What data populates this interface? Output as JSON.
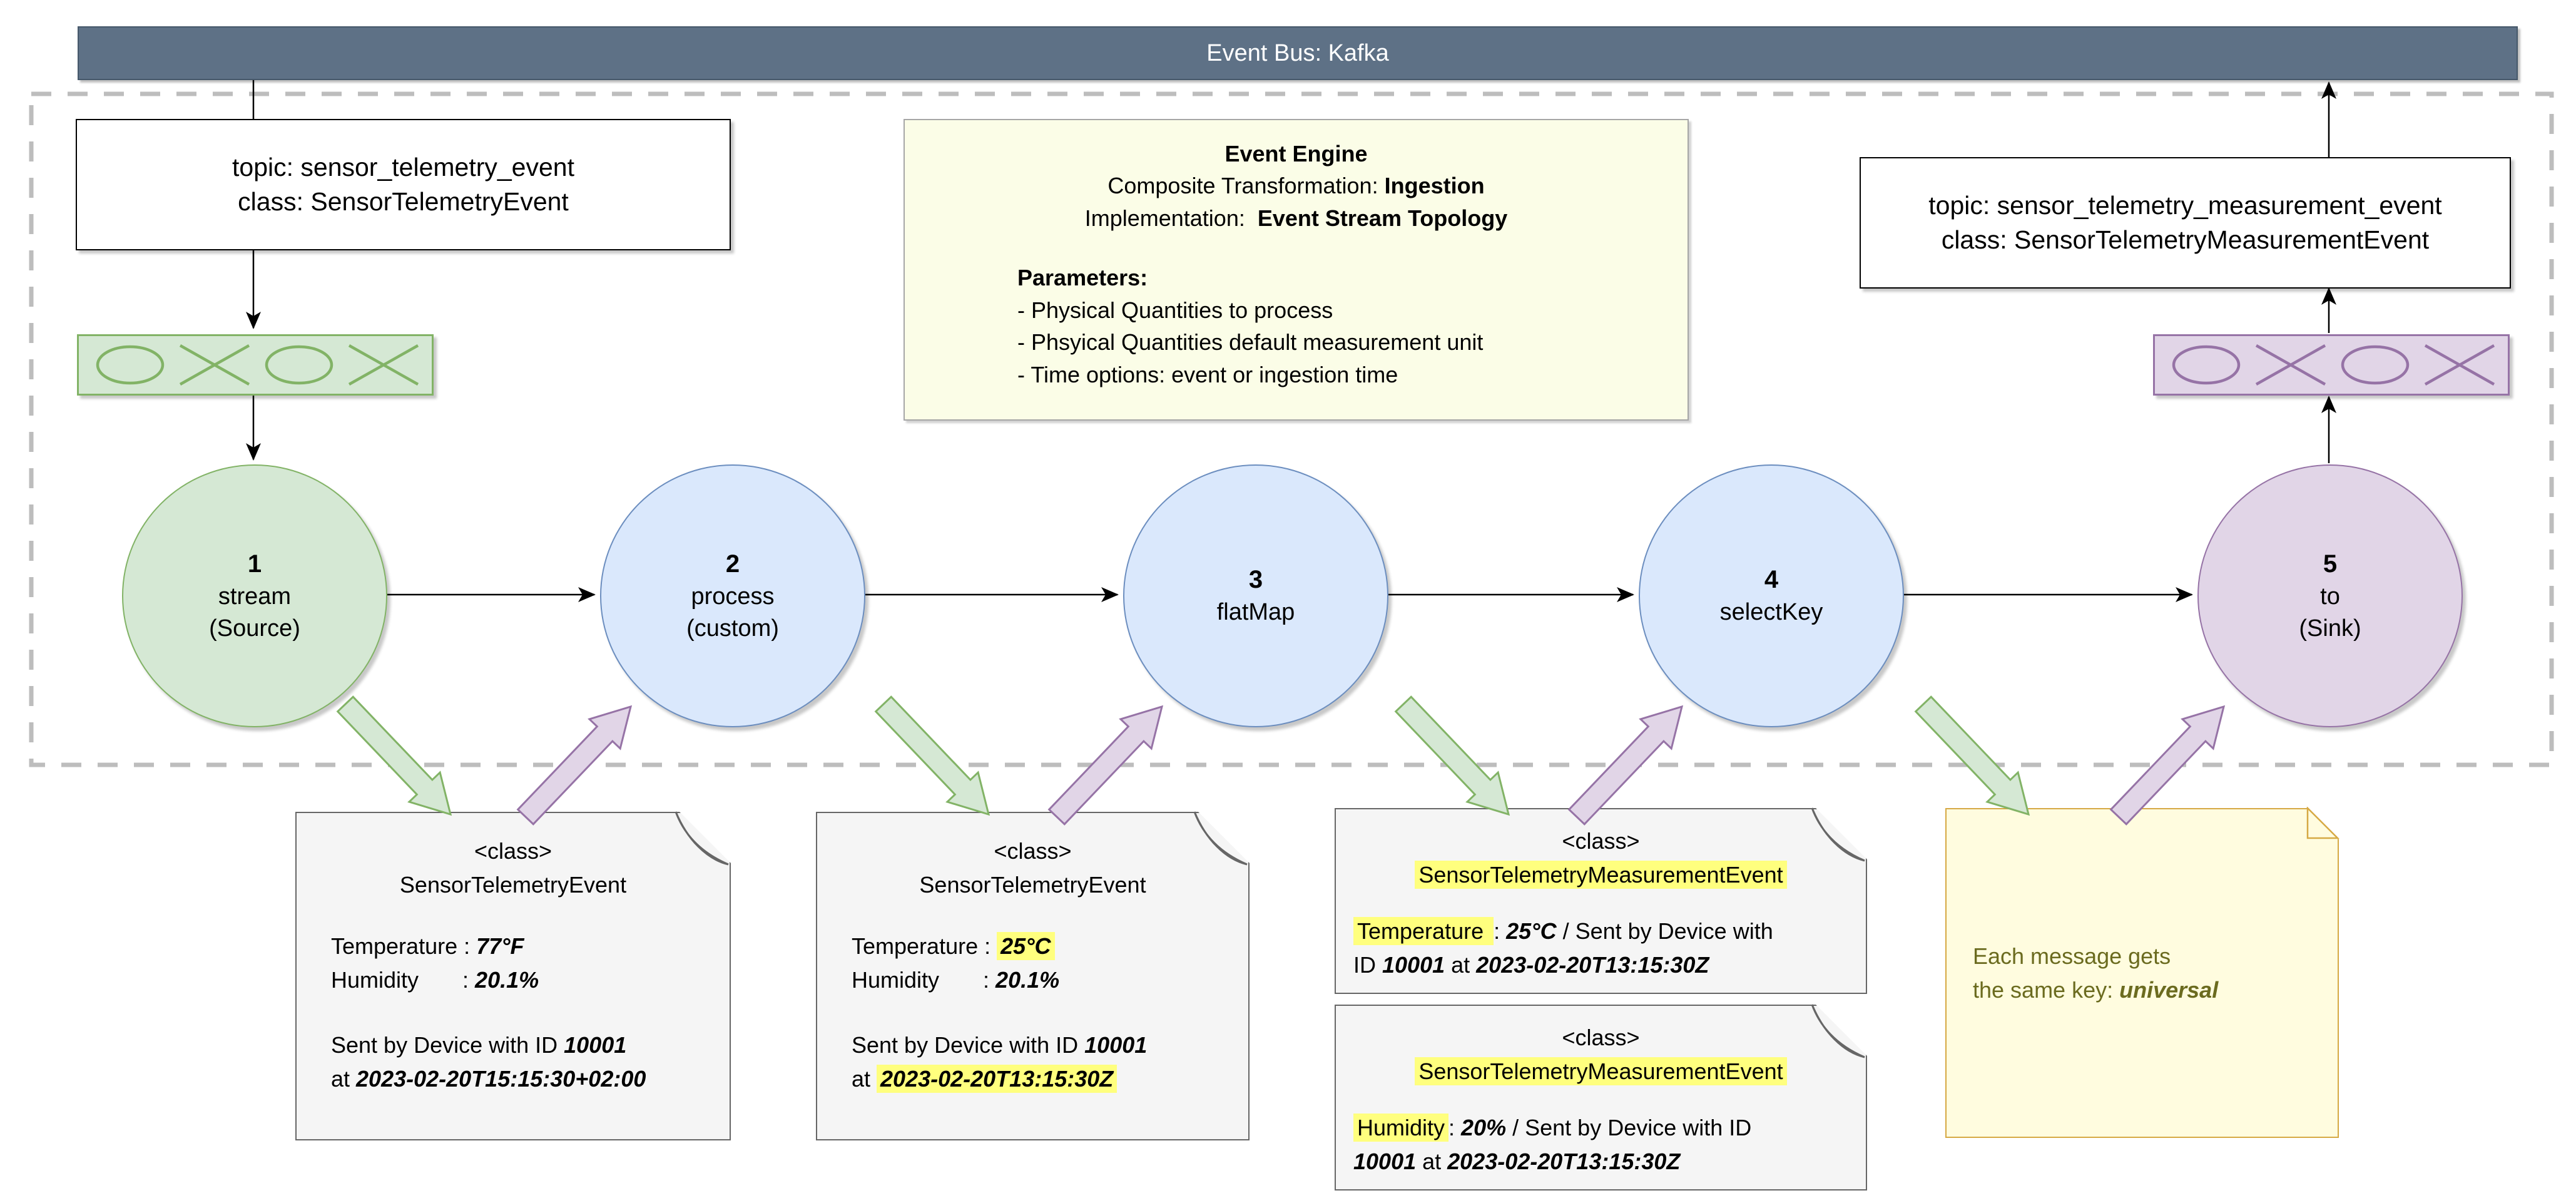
{
  "colors": {
    "bus_fill": "#5e7186",
    "green_fill": "#d5e8d4",
    "green_stroke": "#82b366",
    "blue_fill": "#dae8fc",
    "blue_stroke": "#6c8ebf",
    "purple_fill": "#e1d5e7",
    "purple_stroke": "#9673a6",
    "engine_fill": "#fbfde7",
    "note_fill": "#f5f5f5",
    "sticky_fill": "#fffcdf",
    "sticky_stroke": "#d6a944",
    "sticky_text": "#6b6b1f",
    "highlight": "#ffff7e"
  },
  "event_bus": {
    "label": "Event Bus: Kafka"
  },
  "input_topic": {
    "line1": "topic: sensor_telemetry_event",
    "line2": "class: SensorTelemetryEvent"
  },
  "output_topic": {
    "line1": "topic: sensor_telemetry_measurement_event",
    "line2": "class: SensorTelemetryMeasurementEvent"
  },
  "event_engine": {
    "title": "Event Engine",
    "transformation_label": "Composite Transformation: ",
    "transformation_value": "Ingestion",
    "implementation_label": "Implementation:  ",
    "implementation_value": "Event Stream Topology",
    "parameters_title": "Parameters:",
    "param1": "- Physical Quantities to process",
    "param2": "- Phsyical Quantities default measurement unit",
    "param3": "- Time options: event or ingestion time"
  },
  "nodes": [
    {
      "number": "1",
      "line1": "stream",
      "line2": "(Source)"
    },
    {
      "number": "2",
      "line1": "process",
      "line2": "(custom)"
    },
    {
      "number": "3",
      "line1": "flatMap",
      "line2": ""
    },
    {
      "number": "4",
      "line1": "selectKey",
      "line2": ""
    },
    {
      "number": "5",
      "line1": "to",
      "line2": "(Sink)"
    }
  ],
  "messages": {
    "note1": {
      "class_tag": "<class>",
      "class_name": "SensorTelemetryEvent",
      "temperature_label": "Temperature : ",
      "temperature_value": "77°F",
      "humidity_label": "Humidity       : ",
      "humidity_value": "20.1%",
      "sent_label": "Sent by Device with ID ",
      "device_id": "10001",
      "at_label": "at ",
      "timestamp": "2023-02-20T15:15:30+02:00"
    },
    "note2": {
      "class_tag": "<class>",
      "class_name": "SensorTelemetryEvent",
      "temperature_label": "Temperature : ",
      "temperature_value": "25°C",
      "humidity_label": "Humidity       : ",
      "humidity_value": "20.1%",
      "sent_label": "Sent by Device with ID ",
      "device_id": "10001",
      "at_label": "at ",
      "timestamp": "2023-02-20T13:15:30Z"
    },
    "note3": {
      "class_tag": "<class>",
      "class_name": "SensorTelemetryMeasurementEvent",
      "field_label": "Temperature ",
      "colon": ": ",
      "field_value": "25°C",
      "rest1": " / Sent by Device with",
      "line2_prefix": "ID ",
      "device_id": "10001",
      "at_label": " at ",
      "timestamp": "2023-02-20T13:15:30Z"
    },
    "note4": {
      "class_tag": "<class>",
      "class_name": "SensorTelemetryMeasurementEvent",
      "field_label": "Humidity",
      "colon": ": ",
      "field_value": "20%",
      "rest1": " / Sent by Device with ID",
      "line2_prefix": "",
      "device_id": "10001",
      "at_label": " at ",
      "timestamp": "2023-02-20T13:15:30Z"
    }
  },
  "key_note": {
    "line1": "Each message gets",
    "line2_label": "the same key: ",
    "line2_value": "universal"
  }
}
